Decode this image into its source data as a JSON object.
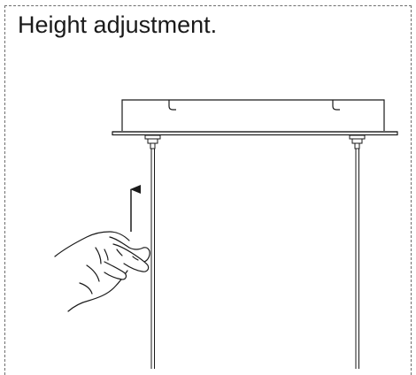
{
  "title": "Height adjustment.",
  "colors": {
    "ink": "#1a1a1a",
    "frame_border": "#6e6e6e",
    "background": "#ffffff"
  },
  "illustration": {
    "parts": [
      "mounting-plate",
      "ceiling-canopy",
      "cable-gripper",
      "suspension-cable",
      "hand",
      "upward-arrow"
    ],
    "cable_count": 2,
    "arrow_direction": "up"
  }
}
